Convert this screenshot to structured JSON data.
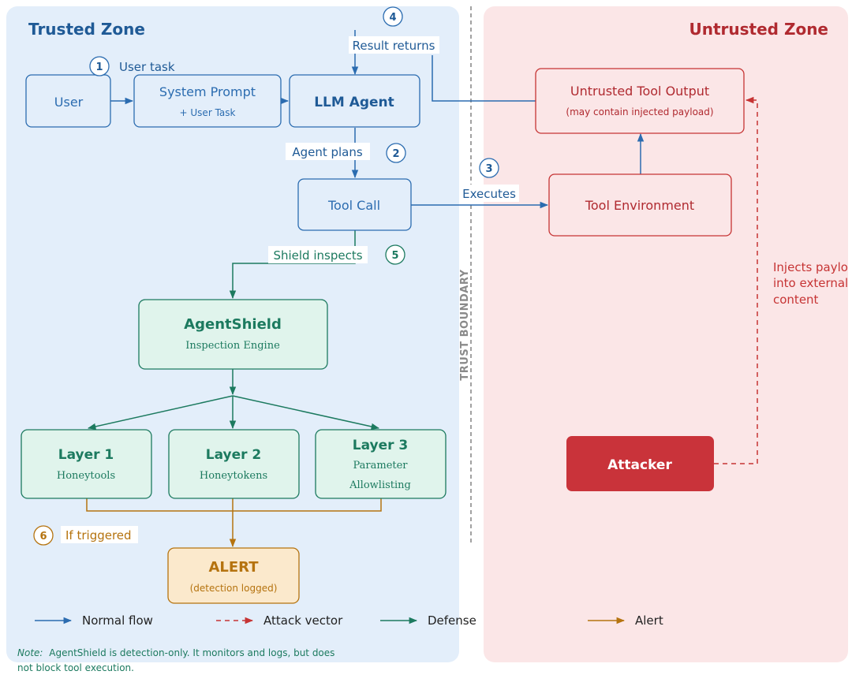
{
  "zones": {
    "trusted_title": "Trusted Zone",
    "untrusted_title": "Untrusted Zone",
    "boundary_label": "TRUST BOUNDARY"
  },
  "nodes": {
    "user": "User",
    "system_prompt": "System Prompt",
    "system_prompt_sub": "+ User Task",
    "llm_agent": "LLM Agent",
    "tool_call": "Tool Call",
    "untrusted_output": "Untrusted Tool Output",
    "untrusted_output_sub": "(may contain injected payload)",
    "tool_env": "Tool Environment",
    "agentshield": "AgentShield",
    "agentshield_sub": "Inspection Engine",
    "layer1": "Layer 1",
    "layer1_sub": "Honeytools",
    "layer2": "Layer 2",
    "layer2_sub": "Honeytokens",
    "layer3": "Layer 3",
    "layer3_sub1": "Parameter",
    "layer3_sub2": "Allowlisting",
    "alert": "ALERT",
    "alert_sub": "(detection logged)",
    "attacker": "Attacker"
  },
  "steps": {
    "s1": "1",
    "s1_label": "User task",
    "s2": "2",
    "s2_label": "Agent plans",
    "s3": "3",
    "s3_label": "Executes",
    "s4": "4",
    "s4_label": "Result returns",
    "s5": "5",
    "s5_label": "Shield inspects",
    "s6": "6",
    "s6_label": "If triggered"
  },
  "injects": {
    "line1": "Injects paylo",
    "line2": "into external",
    "line3": "content"
  },
  "legend": {
    "normal": "Normal flow",
    "attack": "Attack vector",
    "defense": "Defense",
    "alert": "Alert"
  },
  "note": {
    "prefix": "Note:",
    "line1": "AgentShield is detection-only.  It monitors and logs, but does",
    "line2": "not block tool execution."
  },
  "colors": {
    "trusted_bg": "#e3eefa",
    "untrusted_bg": "#fbe6e7",
    "blue": "#2b6cb0",
    "blue_dark": "#1f5a96",
    "green": "#1c7a5f",
    "green_bg": "#e0f4ec",
    "red": "#c63434",
    "red_fill": "#c9333a",
    "orange": "#b5730f",
    "orange_bg": "#fbe9cc",
    "gray": "#8a8a8a"
  }
}
